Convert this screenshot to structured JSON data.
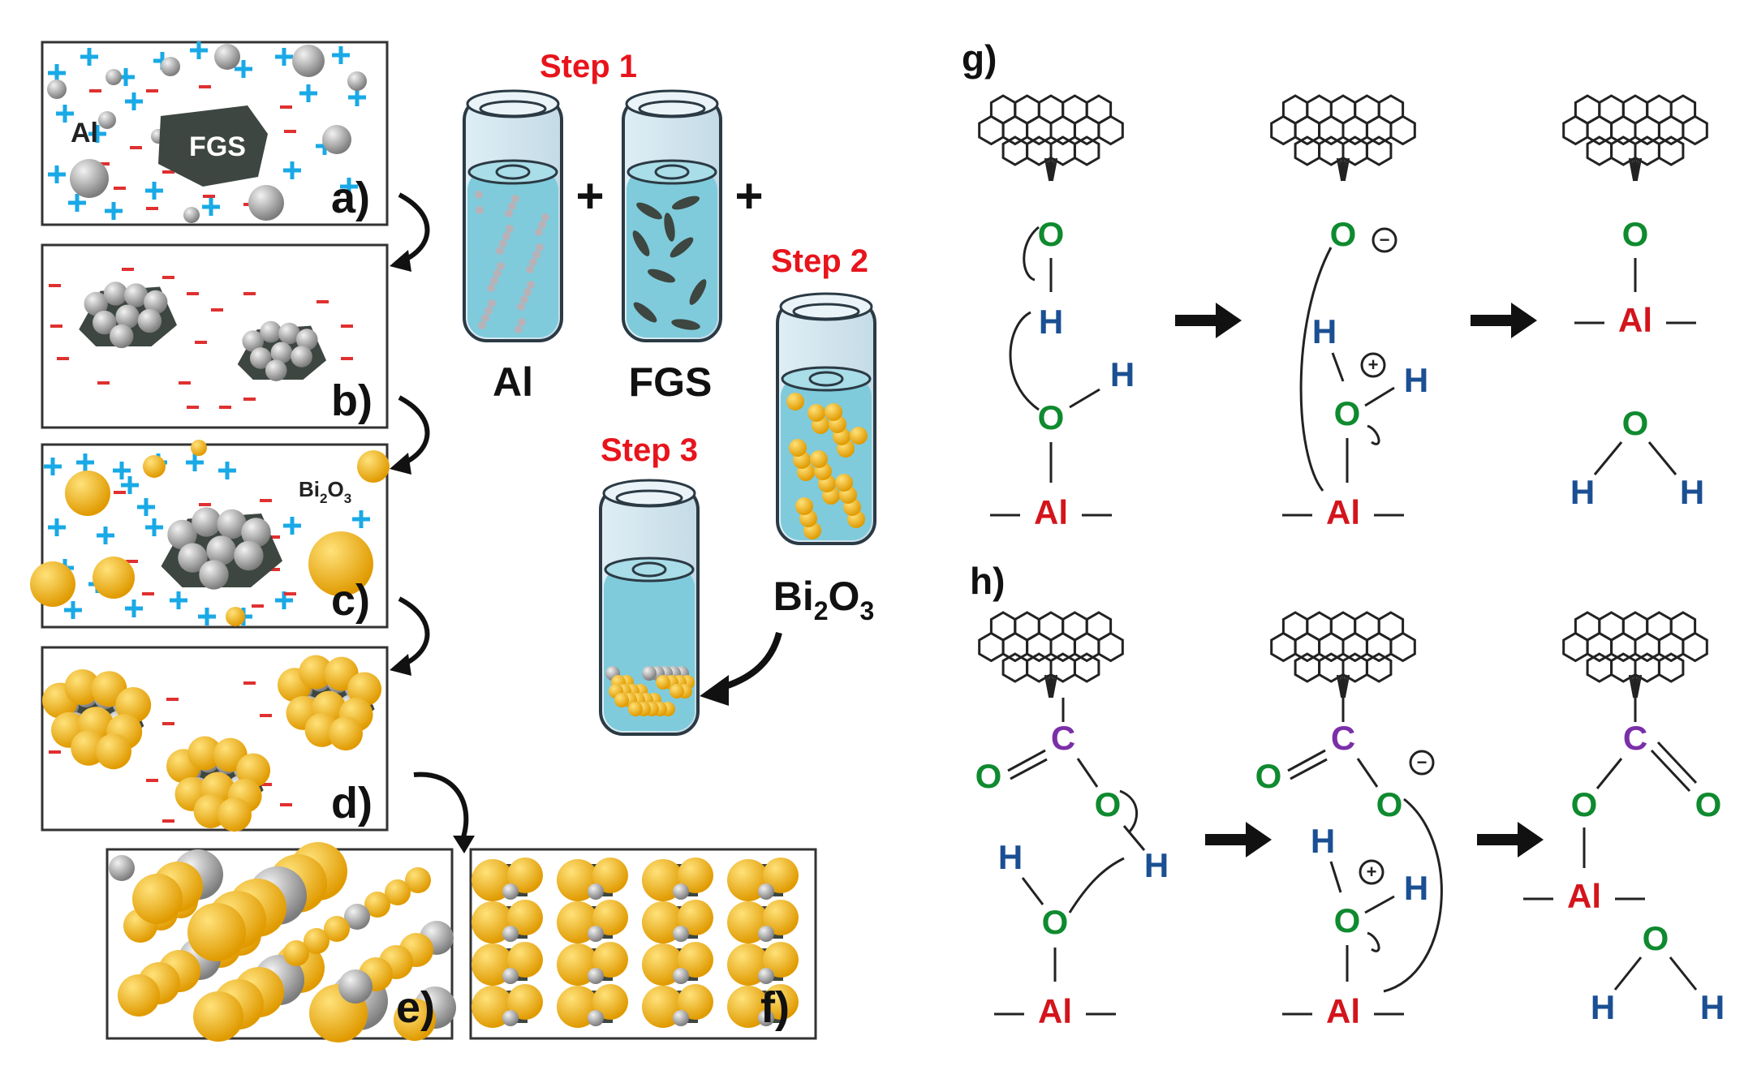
{
  "panels": {
    "a": {
      "label": "a)",
      "al": "Al",
      "fgs": "FGS"
    },
    "b": {
      "label": "b)"
    },
    "c": {
      "label": "c)",
      "bi": "Bi",
      "bi_sub1": "2",
      "bi_o": "O",
      "bi_sub2": "3"
    },
    "d": {
      "label": "d)"
    },
    "e": {
      "label": "e)"
    },
    "f": {
      "label": "f)"
    },
    "g": {
      "label": "g)"
    },
    "h": {
      "label": "h)"
    }
  },
  "steps": {
    "step1": "Step 1",
    "step2": "Step 2",
    "step3": "Step 3",
    "plus": "+",
    "vial_al": "Al",
    "vial_fgs": "FGS",
    "bi": "Bi",
    "bi_sub1": "2",
    "bi_o": "O",
    "bi_sub2": "3"
  },
  "chem": {
    "O": "O",
    "H": "H",
    "C": "C",
    "Al": "Al",
    "bond": "—",
    "minus": "−",
    "plus": "+"
  },
  "colors": {
    "step_red": "#e8141c",
    "oxygen_green": "#0f8a2f",
    "hydrogen_blue": "#1b4f93",
    "aluminum_red": "#d4141c",
    "carbon_purple": "#7a2fa8",
    "plus_cyan": "#19a9e6",
    "minus_red": "#e03030",
    "liquid": "#7fcbdc",
    "bi_yellow": "#f7b500",
    "fgs_dark": "#3d4640",
    "al_gray": "#9a9a9a"
  }
}
